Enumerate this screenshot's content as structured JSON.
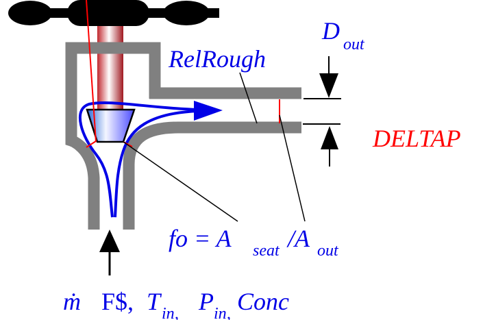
{
  "diagram": {
    "title": "Valve schematic",
    "colors": {
      "label_blue": "#0000e6",
      "label_red": "#ff0000",
      "pipe_wall": "#808080",
      "handle": "#000000",
      "stem": "#c0272d",
      "flow_line": "#0000e6"
    },
    "labels": {
      "rel_rough": "RelRough",
      "d_out_main": "D",
      "d_out_sub": "out",
      "deltap": "DELTAP",
      "fo_prefix": "fo = A",
      "fo_seat_sub": "seat",
      "fo_slash": "/A",
      "fo_out_sub": "out",
      "inlet_mdot": "ṁ",
      "inlet_f": "F$,",
      "inlet_t": "T",
      "inlet_t_sub": "in",
      "inlet_p": "P",
      "inlet_p_sub": "in",
      "inlet_conc": "Conc",
      "comma": ","
    },
    "components": [
      "handwheel",
      "valve-stem",
      "valve-plug",
      "valve-body",
      "outlet-pipe",
      "inlet-pipe",
      "flow-streamline",
      "inlet-flow-arrow",
      "dimension-arrows"
    ]
  }
}
